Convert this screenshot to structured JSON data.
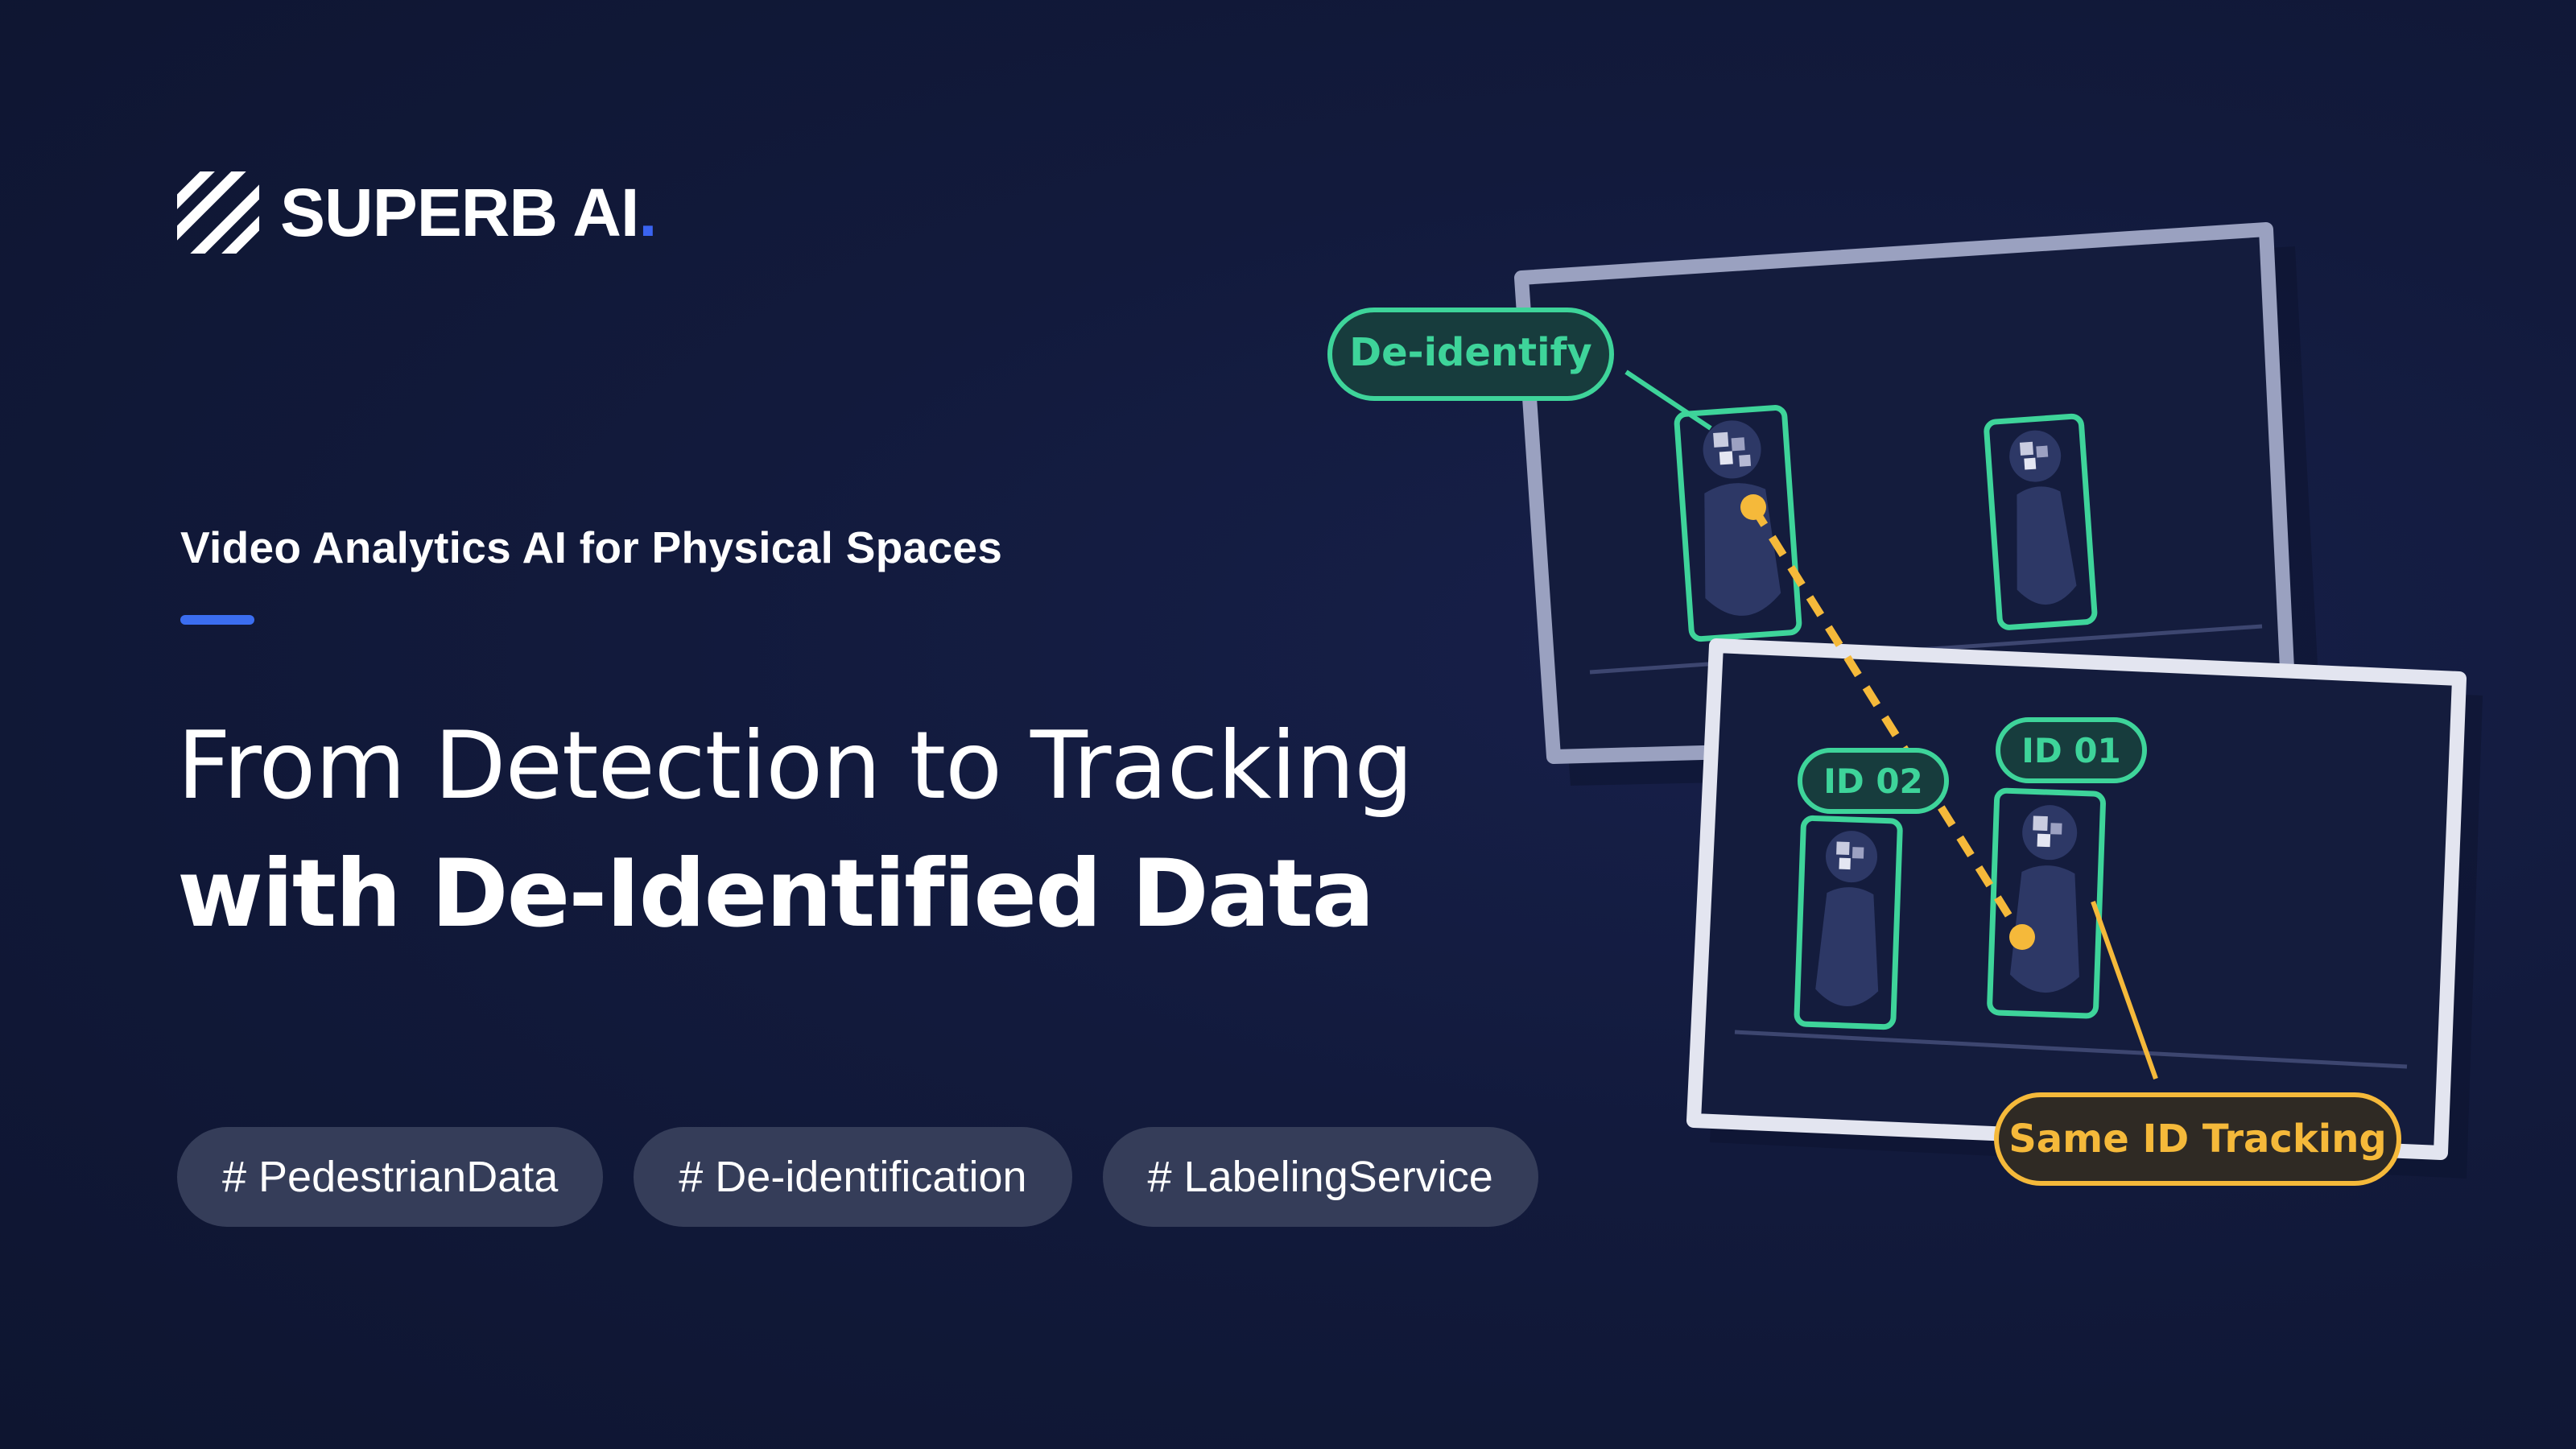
{
  "brand": {
    "name": "SUPERB AI",
    "dot": ".",
    "logo_icon": "superb-ai-slash-logo-icon",
    "accent_color": "#3a63f0"
  },
  "tagline": "Video Analytics AI for Physical Spaces",
  "headline": {
    "line1": "From Detection to Tracking",
    "line2": "with De-Identified Data"
  },
  "tags": [
    "# PedestrianData",
    "# De-identification",
    "# LabelingService"
  ],
  "illustration": {
    "deidentify_label": "De-identify",
    "id_01_label": "ID 01",
    "id_02_label": "ID 02",
    "tracking_label": "Same ID Tracking",
    "colors": {
      "green": "#3ed49a",
      "yellow": "#f5b93a",
      "frame": "#9aa1c0",
      "person": "#2d3866"
    }
  }
}
